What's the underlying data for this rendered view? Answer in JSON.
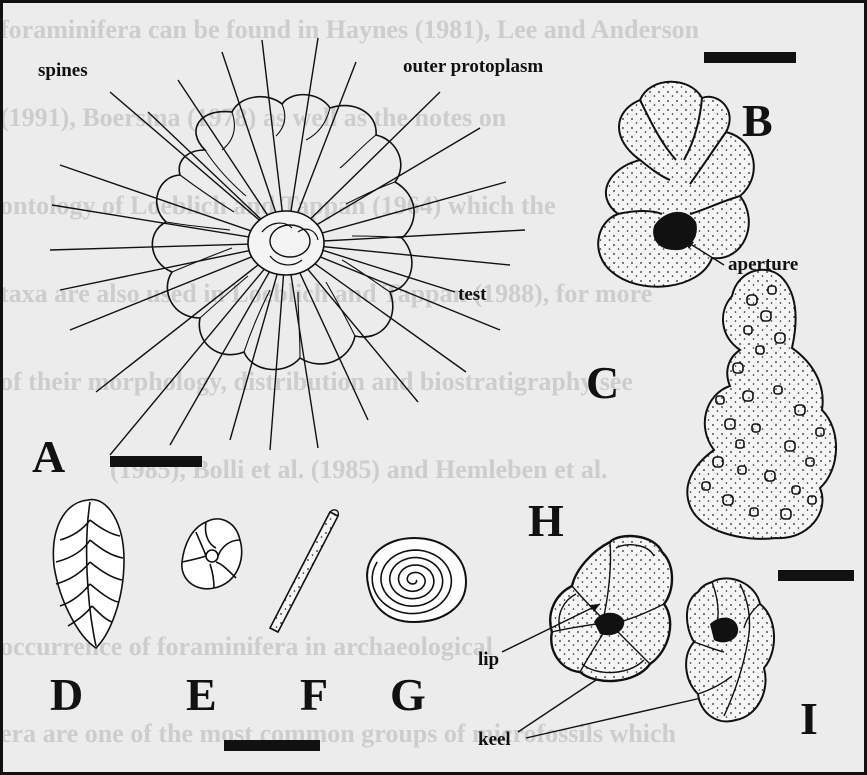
{
  "figure": {
    "panel_labels": [
      "A",
      "B",
      "C",
      "D",
      "E",
      "F",
      "G",
      "H",
      "I"
    ],
    "annotations": {
      "spines": "spines",
      "outer_protoplasm": "outer protoplasm",
      "test": "test",
      "aperture": "aperture",
      "lip": "lip",
      "keel": "keel"
    }
  },
  "background_text": [
    "foraminifera can be found in Haynes (1981), Lee and Anderson",
    "(1991), Boersma (1978) as well as the notes on",
    "ontology of Loeblich and Tappan (1964) which the",
    "taxa are also used in Loeblich and Tappan (1988), for more",
    "of their morphology, distribution and biostratigraphy see",
    "(1985), Bolli et al. (1985) and Hemleben et al.",
    "occurrence of foraminifera in archaeological",
    "era are one of the most common groups of microfossils which"
  ],
  "colors": {
    "ink": "#111111",
    "paper": "#ececec",
    "ghost_text": "#cdcdcd"
  }
}
